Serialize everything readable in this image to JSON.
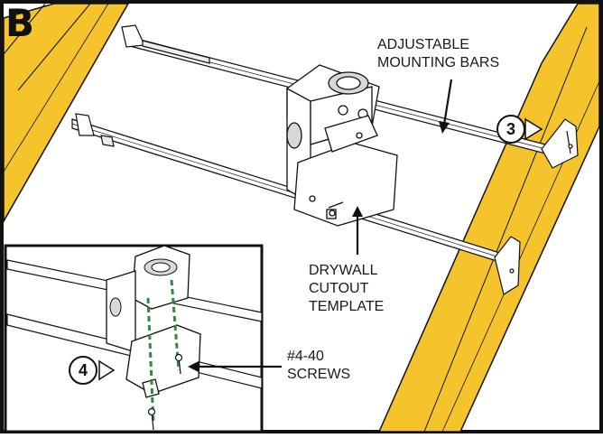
{
  "panel": {
    "letter": "B"
  },
  "labels": {
    "mounting_bars": [
      "ADJUSTABLE",
      "MOUNTING BARS"
    ],
    "drywall_template": [
      "DRYWALL",
      "CUTOUT",
      "TEMPLATE"
    ],
    "screws": [
      "#4-40",
      "SCREWS"
    ]
  },
  "steps": {
    "step_3": "3",
    "step_4": "4"
  },
  "colors": {
    "joist": "#f5c32c",
    "frame": "#111111",
    "screw_path": "#2e8b3e"
  }
}
